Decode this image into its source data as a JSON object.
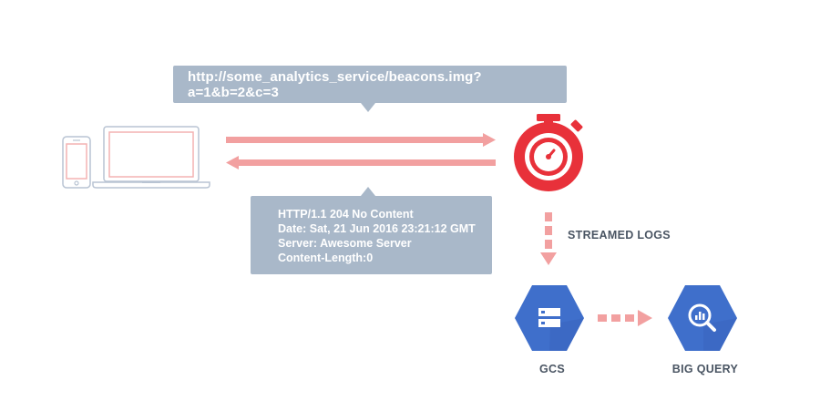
{
  "request": {
    "url": "http://some_analytics_service/beacons.img?a=1&b=2&c=3"
  },
  "response": {
    "lines": [
      "HTTP/1.1 204 No Content",
      "Date: Sat, 21 Jun 2016 23:21:12 GMT",
      "Server: Awesome Server",
      "Content-Length:0"
    ]
  },
  "labels": {
    "streamed_logs": "STREAMED LOGS",
    "gcs": "GCS",
    "big_query": "BIG QUERY"
  },
  "icons": {
    "devices": "phone-and-laptop-icon",
    "timer": "stopwatch-icon",
    "gcs": "storage-icon",
    "big_query": "bigquery-icon"
  },
  "colors": {
    "arrow": "#f2a0a0",
    "device_outline": "#f4b2b2",
    "device_frame": "#b9c4d3",
    "stopwatch": "#e8313a",
    "hexagon": "#3f6fcb",
    "callout": "#a9b8c9",
    "label_text": "#4a5563"
  }
}
